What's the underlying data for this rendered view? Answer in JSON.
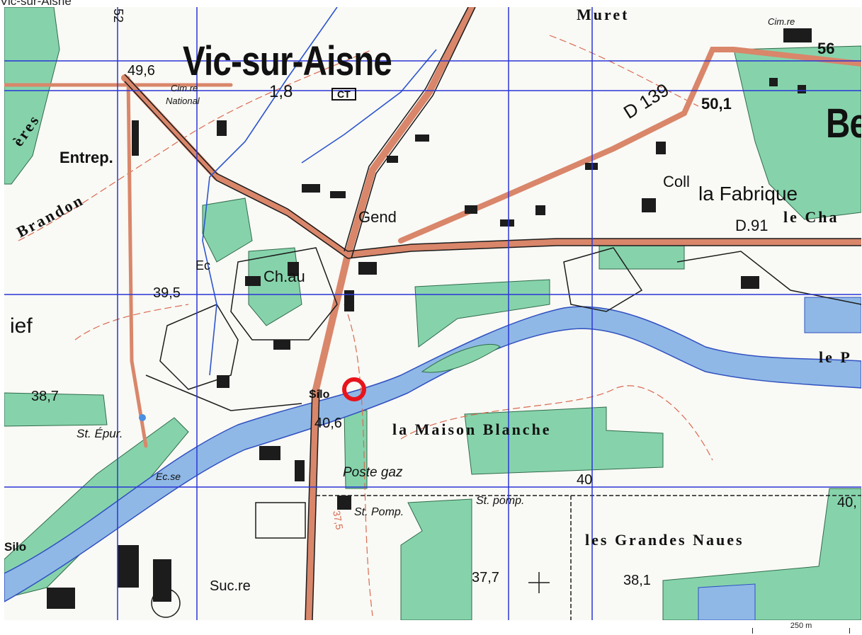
{
  "title": "Vic-sur-Aisne",
  "marker_color": "#e8141c",
  "colors": {
    "grid": "#2a36d8",
    "road": "#d9866a",
    "water": "#8fb8e6",
    "forest": "#86d3ab",
    "building": "#1c1c1c",
    "contour": "#d96a50"
  },
  "labels": {
    "town": "Vic-sur-Aisne",
    "ct": "CT",
    "h_49_6": "49,6",
    "h_1_8": "1,8",
    "cimetiere": "Cim.re",
    "national": "National",
    "muret": "Muret",
    "cim_ne": "Cim.re",
    "h_56": "56",
    "be": "Be",
    "d139": "D 139",
    "h_50_1": "50,1",
    "coll": "Coll",
    "fabrique": "la Fabrique",
    "chateau_e": "le Cha",
    "d91": "D.91",
    "entrep": "Entrep.",
    "brandon": "Brandon",
    "res": "ères",
    "gend": "Gend",
    "ec": "Ec",
    "ch": "Ch.au",
    "h_39_5": "39,5",
    "fief": "ief",
    "silo": "Silo",
    "h_38_7": "38,7",
    "st_epur": "St. Épur.",
    "h_40_6": "40,6",
    "maison_blanche": "la Maison Blanche",
    "poste_gaz": "Poste gaz",
    "h_40": "40",
    "le_p": "le P",
    "ec_se": "Ec.se",
    "st_pomp_w": "St. Pomp.",
    "st_pomp_e": "St. pomp.",
    "h_40_e": "40,",
    "silo_w": "Silo",
    "grandes_naues": "les Grandes Naues",
    "h_37_7": "37,7",
    "h_38_1": "38,1",
    "sucre": "Suc.re",
    "contour_37_5": "37,5",
    "num_52": "52"
  },
  "scale": {
    "label": "250 m"
  }
}
